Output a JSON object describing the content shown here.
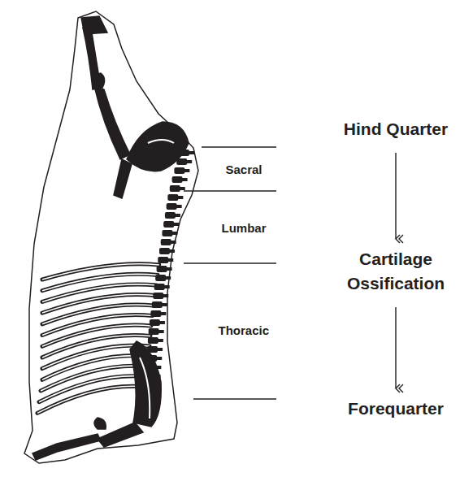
{
  "diagram": {
    "nodes": [
      {
        "text": [
          "Hind Quarter"
        ]
      },
      {
        "text": [
          "Cartilage Ossification"
        ]
      },
      {
        "text": [
          "Forequarter"
        ]
      }
    ],
    "edges": [
      {
        "from": 0,
        "to": 1,
        "arrow": "to"
      },
      {
        "from": 1,
        "to": 2,
        "arrow": "to"
      }
    ],
    "labels": [
      "Sacral",
      "Lumbar",
      "Thoracic"
    ]
  }
}
